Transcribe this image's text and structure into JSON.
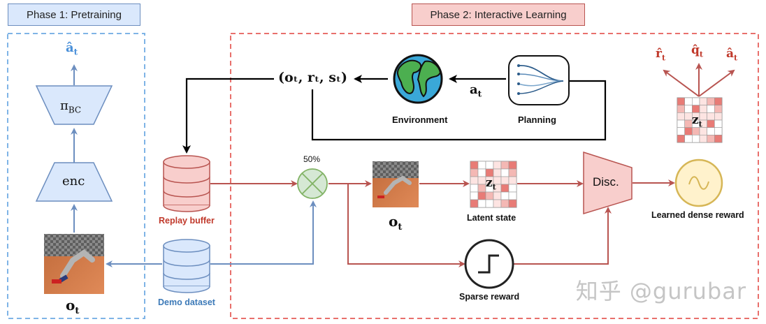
{
  "phase1": {
    "title": "Phase 1: Pretraining",
    "policy": "π",
    "policy_sub": "BC",
    "encoder": "enc",
    "obs_label": "o",
    "obs_sub": "t",
    "action_label": "â",
    "action_sub": "t"
  },
  "phase2": {
    "title": "Phase 2: Interactive Learning",
    "tuple_label": "(oₜ, rₜ, sₜ)",
    "action_label": "a",
    "action_sub": "t",
    "environment": "Environment",
    "planning": "Planning",
    "mix_ratio": "50%",
    "replay_buffer": "Replay buffer",
    "demo_dataset": "Demo dataset",
    "obs_label": "o",
    "obs_sub": "t",
    "latent_label": "z",
    "latent_sub": "t",
    "latent_state": "Latent state",
    "disc": "Disc.",
    "dense_reward": "Learned dense reward",
    "sparse_reward": "Sparse reward",
    "heads": [
      {
        "sym": "r̂",
        "sub": "t"
      },
      {
        "sym": "q̂",
        "sub": "t"
      },
      {
        "sym": "â",
        "sub": "t"
      }
    ],
    "world_latent_label": "z",
    "world_latent_sub": "t"
  },
  "watermark": "知乎 @gurubar",
  "colors": {
    "blue": "#6c8ebf",
    "red": "#b85450",
    "blue_fill": "#dae8fc",
    "red_fill": "#f8cecc",
    "yellow": "#fff2cc",
    "yellow_stroke": "#d6b656",
    "green_fill": "#d5e8d4",
    "green_stroke": "#82b366"
  }
}
